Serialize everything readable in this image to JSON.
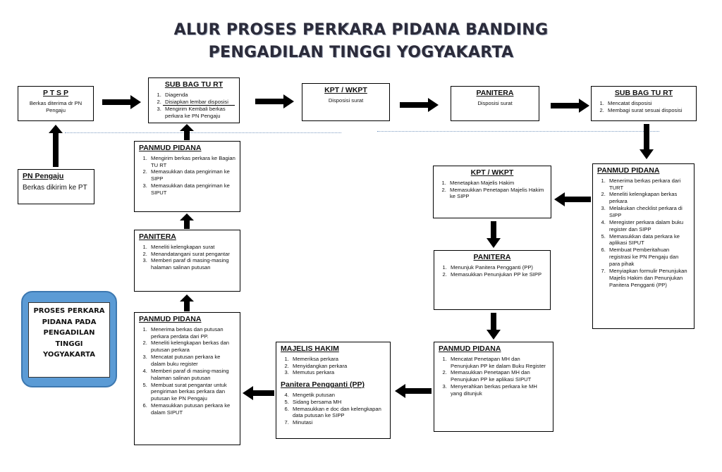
{
  "title": {
    "line1": "ALUR PROSES PERKARA PIDANA BANDING",
    "line2": "PENGADILAN TINGGI YOGYAKARTA"
  },
  "side_label": "PROSES PERKARA PIDANA PADA PENGADILAN TINGGI YOGYAKARTA",
  "boxes": {
    "ptsp": {
      "title": "P T S P",
      "text": "Berkas diterima dr PN Pengaju"
    },
    "pn_pengaju": {
      "title": "PN Pengaju",
      "text": "Berkas dikirim ke PT"
    },
    "subbag1": {
      "title": "SUB BAG TU RT",
      "items": [
        "Diagenda",
        "Disiapkan lembar disposisi",
        "Mengirim Kembali berkas perkara ke PN Pengaju"
      ]
    },
    "kpt1": {
      "title": "KPT / WKPT",
      "text": "Disposisi surat"
    },
    "panitera1": {
      "title": "PANITERA",
      "text": "Disposisi surat"
    },
    "subbag2": {
      "title": "SUB BAG TU RT",
      "items": [
        "Mencatat disposisi",
        "Membagi surat sesuai disposisi"
      ]
    },
    "panmud_right": {
      "title": "PANMUD PIDANA",
      "items": [
        "Menerima berkas perkara dari TURT",
        "Meneliti kelengkapan berkas perkara",
        "Melakukan checklist perkara di SIPP",
        "Meregister perkara dalam buku register dan SIPP",
        "Memasukkan data perkara ke aplikasi SIPUT",
        "Membuat Pemberitahuan registrasi ke PN Pengaju dan para pihak",
        "Menyiapkan formulir Penunjukan Majelis Hakim dan Penunjukan Panitera Pengganti (PP)"
      ]
    },
    "kpt2": {
      "title": "KPT / WKPT",
      "items": [
        "Menetapkan Majelis Hakim",
        "Memasukkan Penetapan Majelis Hakim ke SIPP"
      ]
    },
    "panitera2": {
      "title": "PANITERA",
      "items": [
        "Menunjuk Panitera Pengganti (PP)",
        "Memasukkan Penunjukan PP ke SIPP"
      ]
    },
    "panmud_br": {
      "title": "PANMUD PIDANA",
      "items": [
        "Mencatat Penetapan MH dan Penunjukan PP ke dalam Buku Register",
        "Memasukkan Penetapan MH dan Penunjukan PP ke aplikasi SIPUT",
        "Menyerahkan berkas perkara ke MH yang ditunjuk"
      ]
    },
    "majelis": {
      "title": "MAJELIS HAKIM",
      "items": [
        "Memeriksa perkara",
        "Menyidangkan perkara",
        "Memutus perkara"
      ],
      "title2": "Panitera Pengganti (PP)",
      "items2": [
        "Mengetik putusan",
        "Sidang bersama MH",
        "Memasukkan e doc dan kelengkapan data putusan ke SIPP",
        "Minutasi"
      ]
    },
    "panmud_bl": {
      "title": "PANMUD PIDANA",
      "items": [
        "Menerima berkas dan putusan perkara perdata dari PP.",
        "Meneliti kelengkapan berkas dan putusan perkara",
        "Mencatat putusan perkara ke dalam buku register",
        "Memberi paraf di masing-masing halaman salinan putusan",
        "Membuat surat pengantar untuk pengiriman berkas perkara dan putusan ke PN Pengaju",
        "Memasukkan putusan perkara ke dalam SIPUT"
      ]
    },
    "panitera3": {
      "title": "PANITERA",
      "items": [
        "Meneliti kelengkapan surat",
        "Menandatangani surat pengantar",
        "Memberi paraf di masing-masing halaman salinan putusan"
      ]
    },
    "panmud_top": {
      "title": "PANMUD PIDANA",
      "items": [
        "Mengirim berkas perkara ke Bagian TU RT",
        "Memasukkan data pengiriman ke SIPP",
        "Memasukkan data pengiriman ke SIPUT"
      ]
    }
  }
}
